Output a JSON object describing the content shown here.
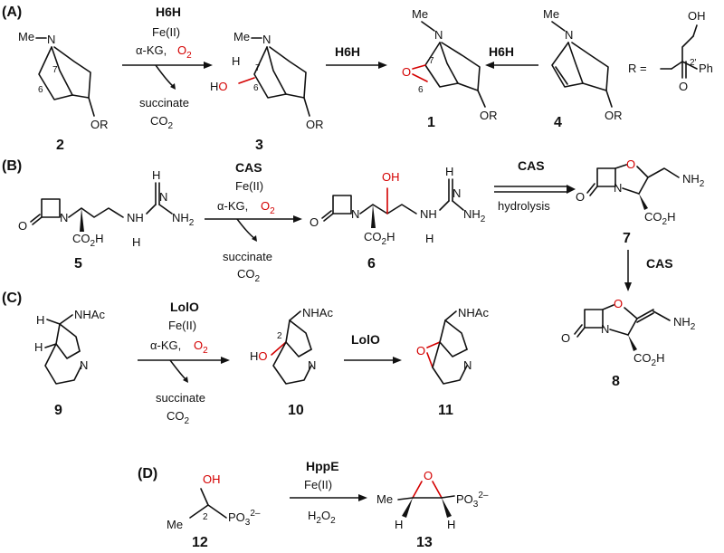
{
  "sections": {
    "a": "(A)",
    "b": "(B)",
    "c": "(C)",
    "d": "(D)"
  },
  "compounds": {
    "c1": "1",
    "c2": "2",
    "c3": "3",
    "c4": "4",
    "c5": "5",
    "c6": "6",
    "c7": "7",
    "c8": "8",
    "c9": "9",
    "c10": "10",
    "c11": "11",
    "c12": "12",
    "c13": "13"
  },
  "enzymes": {
    "h6h": "H6H",
    "cas": "CAS",
    "lolo": "LolO",
    "hppe": "HppE"
  },
  "reagents": {
    "fe": "Fe(II)",
    "akg": "α-KG,",
    "o2": "O",
    "o2_sub": "2",
    "succinate": "succinate",
    "co2": "CO",
    "co2_sub": "2",
    "h2o2": "H",
    "hydrolysis": "hydrolysis"
  },
  "atoms": {
    "me": "Me",
    "n": "N",
    "or": "OR",
    "ho": "HO",
    "oh": "OH",
    "o": "O",
    "h": "H",
    "nh": "NH",
    "nh2": "NH",
    "co2h": "CO",
    "nhac": "NHAc",
    "ph": "Ph",
    "r_eq": "R =",
    "po3": "PO",
    "po3_sup": "2–",
    "sub2": "2",
    "sub3": "3"
  },
  "locants": {
    "l7": "7",
    "l6": "6",
    "l2": "2",
    "l2p": "2'"
  }
}
